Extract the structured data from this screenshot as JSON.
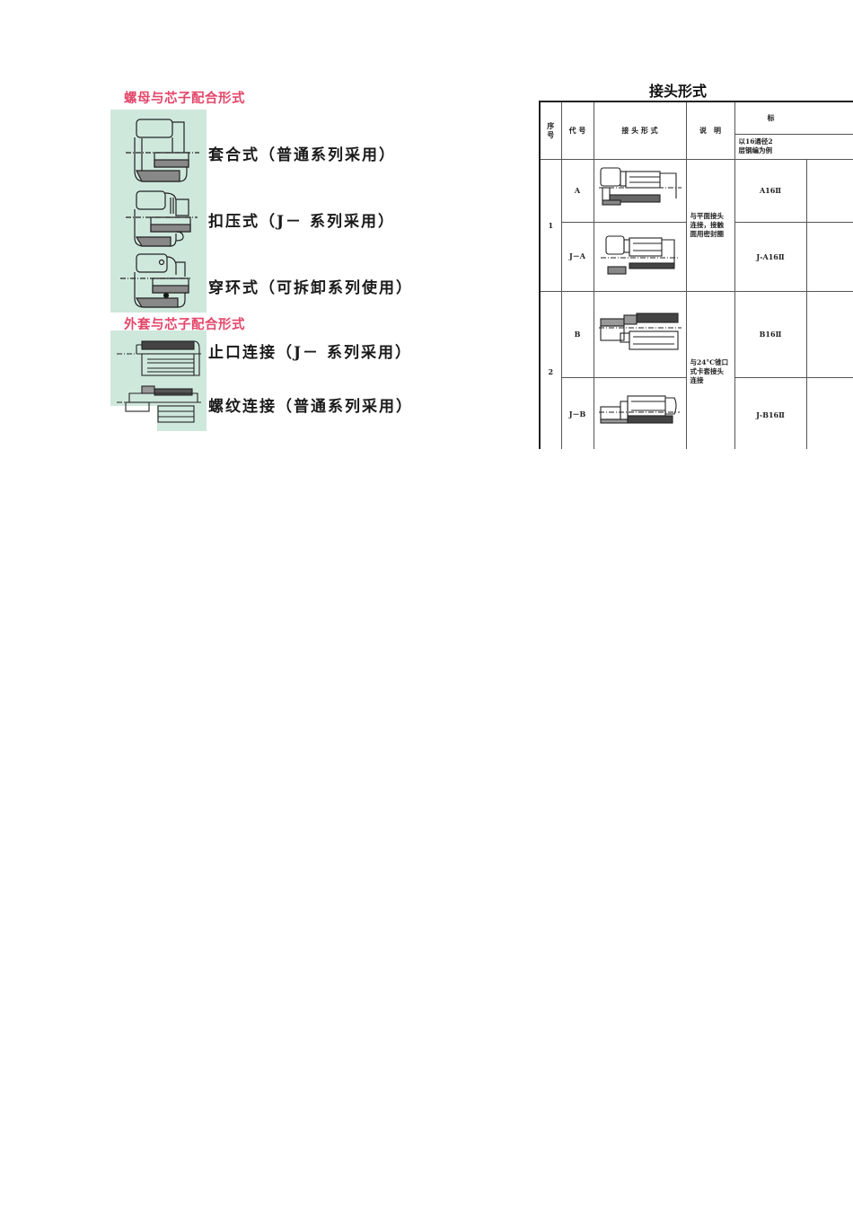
{
  "left_figure": {
    "section1": {
      "title": "螺母与芯子配合形式",
      "items": [
        {
          "label": "套合式（普通系列采用）",
          "drawing": "nut-core-sleeve-fit-drawing"
        },
        {
          "label": "扣压式（J－ 系列采用）",
          "drawing": "nut-core-crimp-drawing"
        },
        {
          "label": "穿环式（可拆卸系列使用）",
          "drawing": "nut-core-ring-through-drawing"
        }
      ]
    },
    "section2": {
      "title": "外套与芯子配合形式",
      "items": [
        {
          "label": "止口连接（J－ 系列采用）",
          "drawing": "sleeve-core-spigot-drawing"
        },
        {
          "label": "螺纹连接（普通系列采用）",
          "drawing": "sleeve-core-thread-drawing"
        }
      ]
    },
    "colors": {
      "title_pink": "#e3476a",
      "panel_green": "#cfe8dc"
    }
  },
  "joint_table": {
    "title": "接头形式",
    "headers": {
      "seq": "序\n号",
      "code": "代 号",
      "form": "接 头 形 式",
      "desc": "说　明",
      "mark_top": "标",
      "mark_sub": "以16通径2\n层钢编为例"
    },
    "groups": [
      {
        "seq": "1",
        "desc": "与平面接头\n连接，接触\n面用密封圈",
        "rows": [
          {
            "code": "A",
            "mark": "A16Ⅱ"
          },
          {
            "code": "J－A",
            "mark": "J-A16Ⅱ"
          }
        ]
      },
      {
        "seq": "2",
        "desc": "与24°C锥口\n式卡套接头\n连接",
        "rows": [
          {
            "code": "B",
            "mark": "B16Ⅱ"
          },
          {
            "code": "J－B",
            "mark": "J-B16Ⅱ"
          }
        ]
      }
    ]
  }
}
